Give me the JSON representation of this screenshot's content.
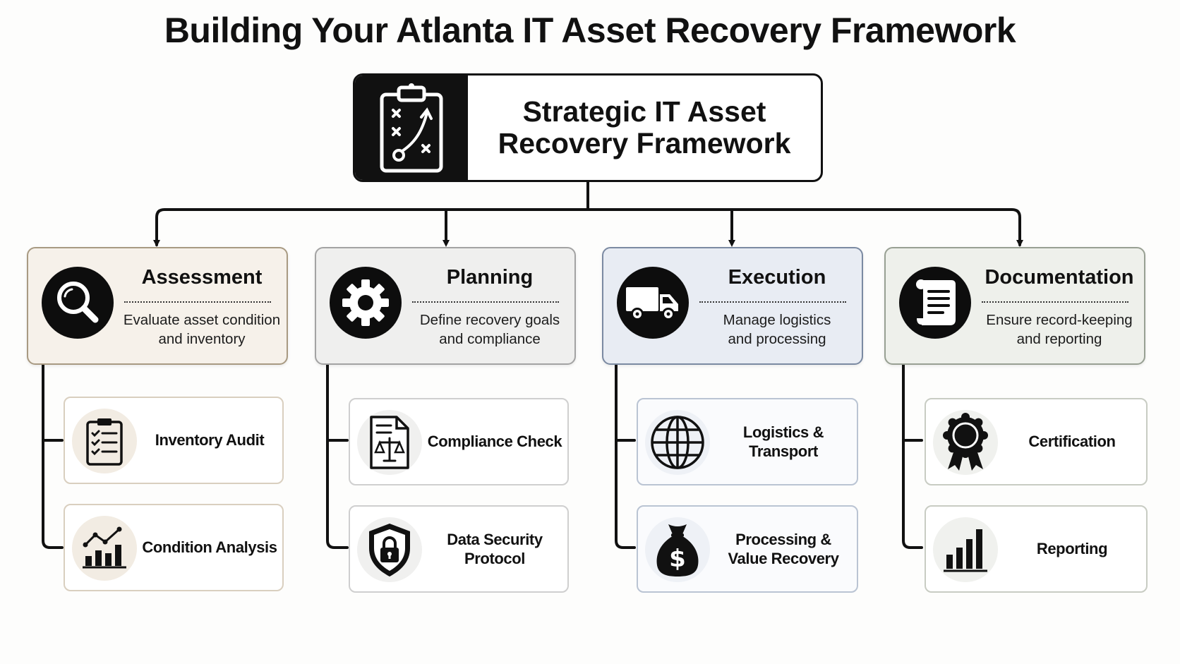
{
  "title": "Building Your Atlanta IT Asset Recovery Framework",
  "root": {
    "title": "Strategic IT Asset\nRecovery Framework",
    "icon": "clipboard-strategy-icon"
  },
  "colors": {
    "assessment": "#f6f1ea",
    "planning": "#efefee",
    "execution": "#e8ecf3",
    "documentation": "#eef0eb",
    "ink": "#111111"
  },
  "pillars": [
    {
      "title": "Assessment",
      "desc": "Evaluate asset condition\nand inventory",
      "icon": "magnifier-icon",
      "items": [
        {
          "label": "Inventory Audit",
          "icon": "checklist-icon"
        },
        {
          "label": "Condition Analysis",
          "icon": "bar-trend-chart-icon"
        }
      ]
    },
    {
      "title": "Planning",
      "desc": "Define recovery goals\nand compliance",
      "icon": "gear-icon",
      "items": [
        {
          "label": "Compliance Check",
          "icon": "document-scales-icon"
        },
        {
          "label": "Data Security Protocol",
          "icon": "shield-lock-icon"
        }
      ]
    },
    {
      "title": "Execution",
      "desc": "Manage logistics\nand processing",
      "icon": "truck-icon",
      "items": [
        {
          "label": "Logistics & Transport",
          "icon": "globe-icon"
        },
        {
          "label": "Processing &\nValue Recovery",
          "icon": "money-bag-icon"
        }
      ]
    },
    {
      "title": "Documentation",
      "desc": "Ensure record-keeping\nand reporting",
      "icon": "scroll-icon",
      "items": [
        {
          "label": "Certification",
          "icon": "award-badge-icon"
        },
        {
          "label": "Reporting",
          "icon": "bar-chart-icon"
        }
      ]
    }
  ]
}
